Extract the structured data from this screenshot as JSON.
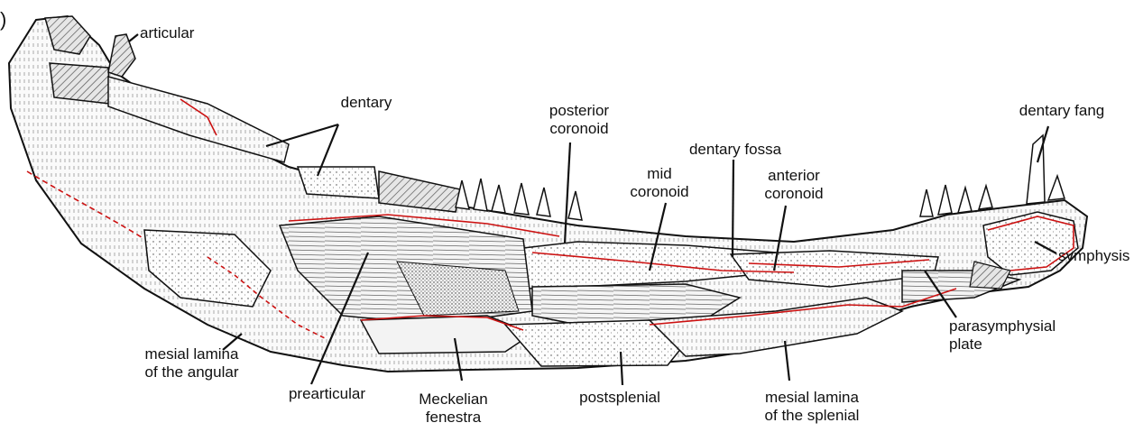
{
  "panel_label": ")",
  "labels": {
    "articular": "articular",
    "dentary": "dentary",
    "posterior_coronoid": [
      "posterior",
      "coronoid"
    ],
    "dentary_fang": "dentary fang",
    "dentary_fossa": "dentary fossa",
    "mid_coronoid": [
      "mid",
      "coronoid"
    ],
    "anterior_coronoid": [
      "anterior",
      "coronoid"
    ],
    "symphysis": "symphysis",
    "parasymphysial_plate": [
      "parasymphysial",
      "plate"
    ],
    "mesial_lamina_angular": [
      "mesial lamina",
      "of the angular"
    ],
    "prearticular": "prearticular",
    "meckelian_fenestra": [
      "Meckelian",
      "fenestra"
    ],
    "postsplenial": "postsplenial",
    "mesial_lamina_splenial": [
      "mesial lamina",
      "of the splenial"
    ]
  },
  "colors": {
    "ink": "#111111",
    "suture_red": "#cc1111",
    "hatch_grey": "#777777",
    "background": "#ffffff"
  }
}
